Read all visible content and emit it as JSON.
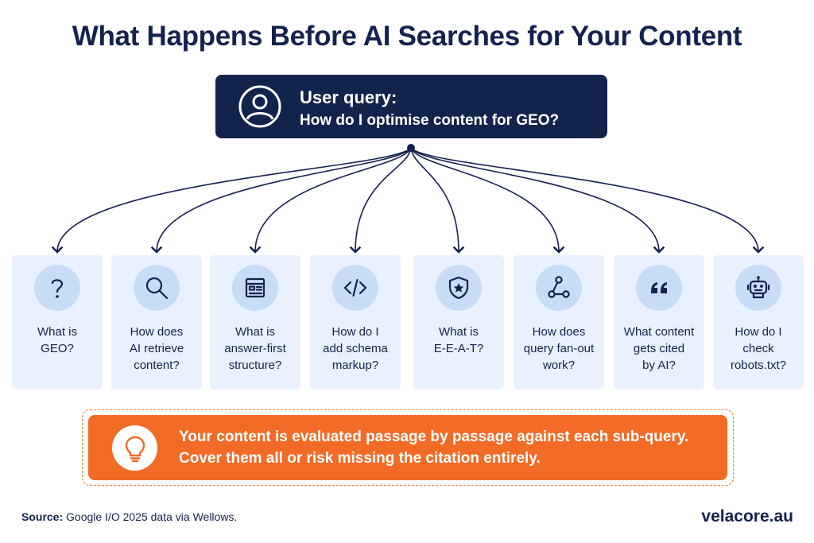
{
  "title": "What Happens Before AI Searches for Your Content",
  "query": {
    "label": "User query:",
    "question": "How do I optimise content for GEO?",
    "icon": "user-avatar-icon"
  },
  "subqueries": [
    {
      "text": "What is\nGEO?",
      "icon": "question-mark-icon"
    },
    {
      "text": "How does\nAI retrieve\ncontent?",
      "icon": "magnifier-icon"
    },
    {
      "text": "What is\nanswer-first\nstructure?",
      "icon": "layout-icon"
    },
    {
      "text": "How do I\nadd schema\nmarkup?",
      "icon": "code-icon"
    },
    {
      "text": "What is\nE-E-A-T?",
      "icon": "shield-star-icon"
    },
    {
      "text": "How does\nquery fan-out\nwork?",
      "icon": "nodes-icon"
    },
    {
      "text": "What content\ngets cited\nby AI?",
      "icon": "quote-icon"
    },
    {
      "text": "How do I\ncheck\nrobots.txt?",
      "icon": "robot-icon"
    }
  ],
  "callout": {
    "line1": "Your content is evaluated passage by passage against each sub-query.",
    "line2": "Cover them all or risk missing the citation entirely.",
    "icon": "lightbulb-icon"
  },
  "footer": {
    "source_label": "Source:",
    "source_text": "Google I/O 2025 data via Wellows.",
    "brand": "velacore.au"
  },
  "colors": {
    "navy": "#13244c",
    "card_bg": "#e8f1fd",
    "icon_bg": "#c8dcf6",
    "orange": "#f26b26"
  }
}
